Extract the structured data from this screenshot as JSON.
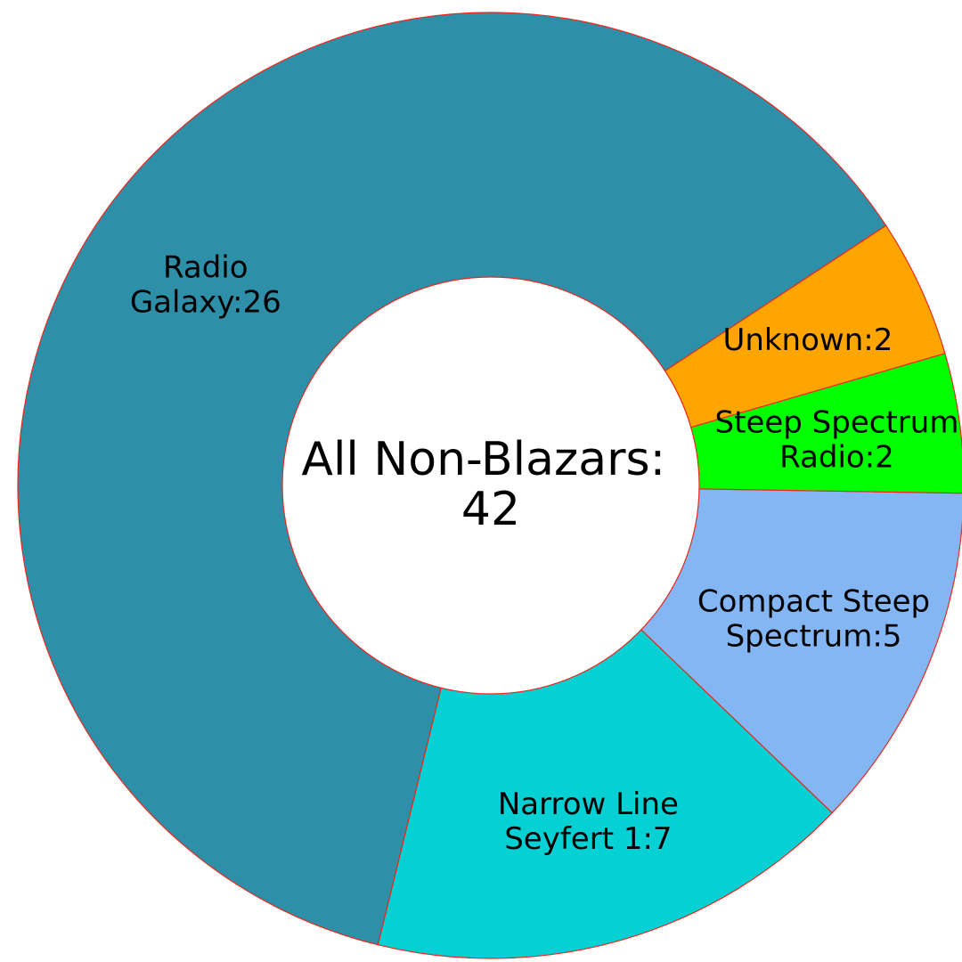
{
  "chart_data": {
    "type": "pie",
    "donut": true,
    "center_text": [
      "All Non-Blazars:",
      "42"
    ],
    "total": 42,
    "edge_color": "#e8281e",
    "slices": [
      {
        "label_lines": [
          "Unknown:2"
        ],
        "value": 2,
        "color": "#ffa500"
      },
      {
        "label_lines": [
          "Radio",
          "Galaxy:26"
        ],
        "value": 26,
        "color": "#2e8fa8"
      },
      {
        "label_lines": [
          "Narrow Line",
          "Seyfert 1:7"
        ],
        "value": 7,
        "color": "#05d0d4"
      },
      {
        "label_lines": [
          "Compact Steep",
          "Spectrum:5"
        ],
        "value": 5,
        "color": "#84b6f3"
      },
      {
        "label_lines": [
          "Steep Spectrum",
          "Radio:2"
        ],
        "value": 2,
        "color": "#00ff00"
      }
    ]
  }
}
